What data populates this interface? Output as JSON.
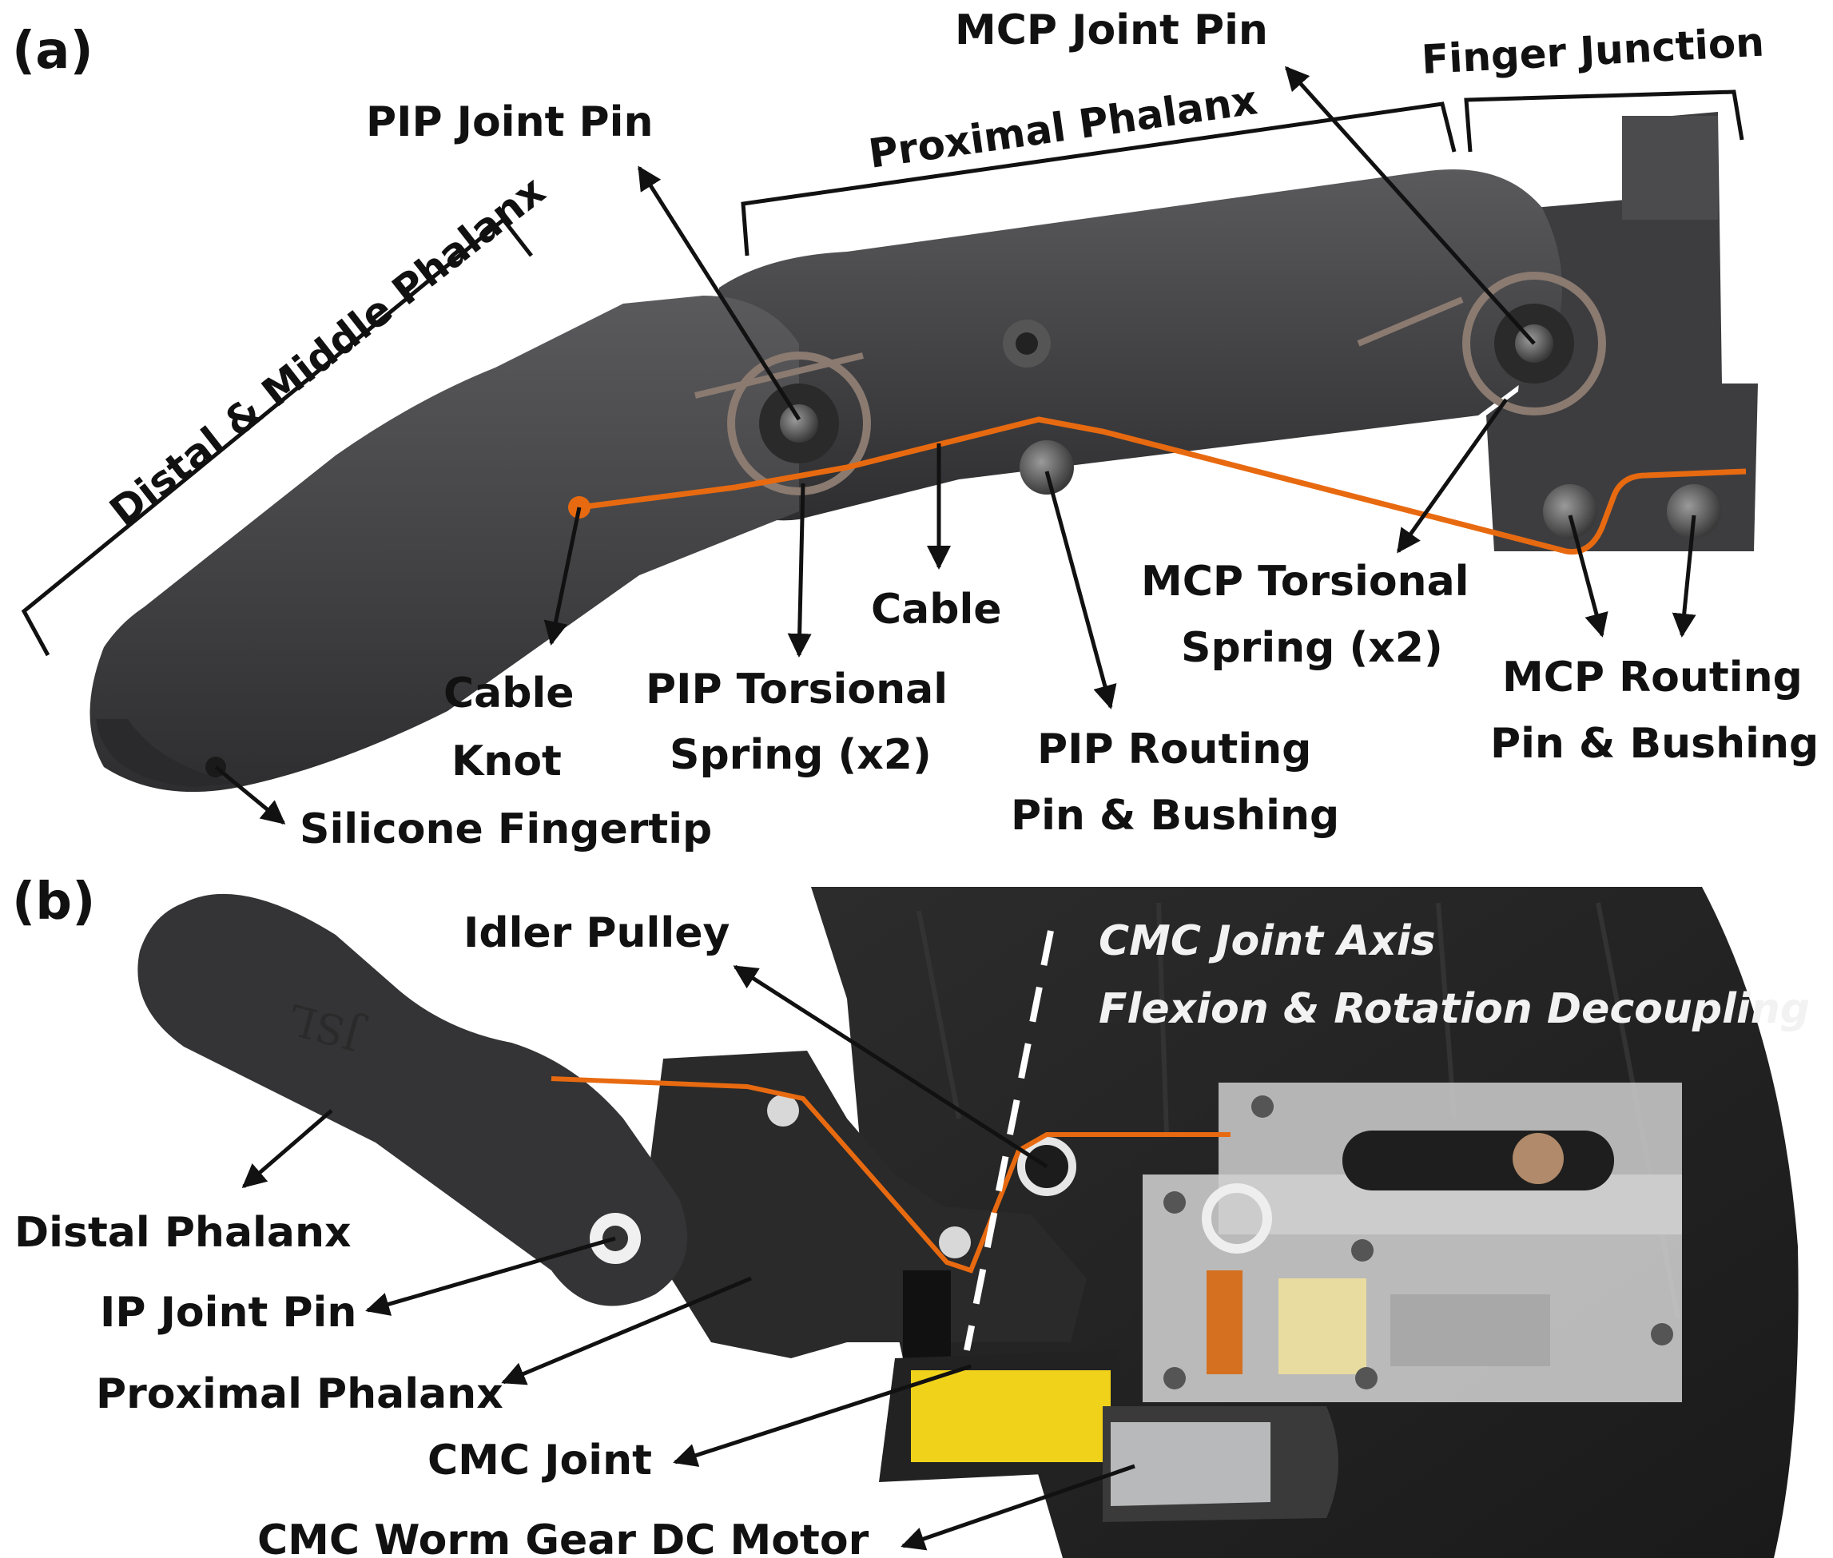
{
  "panel_a": {
    "tag": "(a)",
    "bracket_distal_middle": "Distal & Middle Phalanx",
    "bracket_proximal": "Proximal Phalanx",
    "bracket_finger_junction": "Finger Junction",
    "pip_joint_pin": "PIP Joint Pin",
    "mcp_joint_pin": "MCP Joint Pin",
    "cable": "Cable",
    "cable_knot_line1": "Cable",
    "cable_knot_line2": "Knot",
    "pip_torsional_line1": "PIP Torsional",
    "pip_torsional_line2": "Spring (x2)",
    "mcp_torsional_line1": "MCP Torsional",
    "mcp_torsional_line2": "Spring (x2)",
    "pip_routing_line1": "PIP Routing",
    "pip_routing_line2": "Pin & Bushing",
    "mcp_routing_line1": "MCP Routing",
    "mcp_routing_line2": "Pin & Bushing",
    "silicone_fingertip": "Silicone Fingertip"
  },
  "panel_b": {
    "tag": "(b)",
    "idler_pulley": "Idler Pulley",
    "axis_line1": "CMC Joint Axis",
    "axis_line2": "Flexion & Rotation Decoupling",
    "distal_phalanx": "Distal Phalanx",
    "ip_joint_pin": "IP Joint Pin",
    "proximal_phalanx": "Proximal Phalanx",
    "cmc_joint": "CMC Joint",
    "cmc_motor": "CMC Worm Gear DC Motor",
    "engraving": "JSL"
  },
  "colors": {
    "part_dark": "#3a3a3c",
    "part_mid": "#4a4a4d",
    "cable": "#e86a10",
    "motor_yellow": "#f0d21a",
    "housing_black": "#222222"
  }
}
